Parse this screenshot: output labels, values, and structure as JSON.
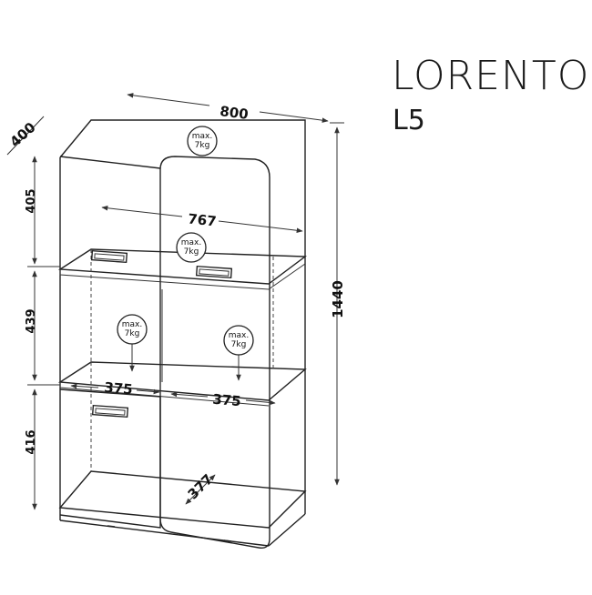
{
  "product": {
    "name": "LORENTO",
    "model": "L5"
  },
  "dimensions": {
    "width": "800",
    "depth": "400",
    "height": "1440",
    "inner_width_top": "767",
    "inner_left": "375",
    "inner_right": "375",
    "inner_depth": "377",
    "h_top": "405",
    "h_middle": "439",
    "h_bottom": "416"
  },
  "load_badge": {
    "line1": "max.",
    "line2": "7kg"
  }
}
